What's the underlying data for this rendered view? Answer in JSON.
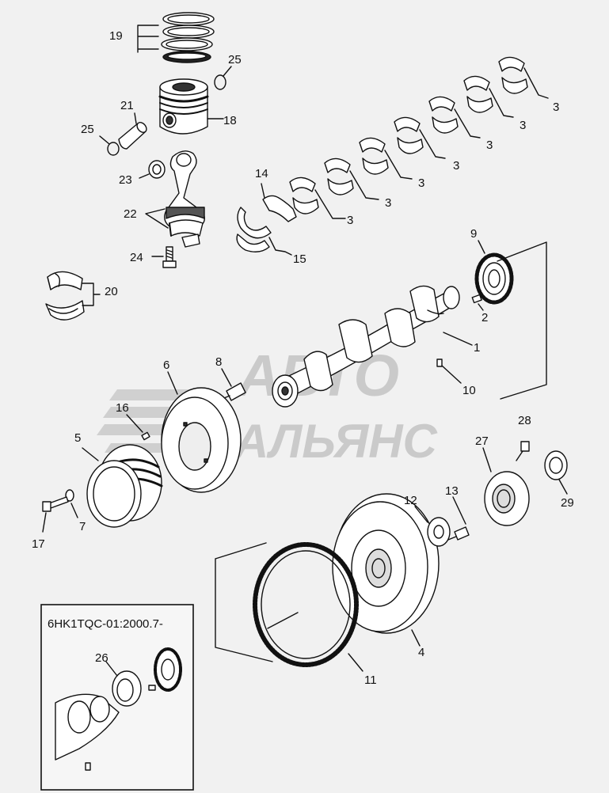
{
  "watermark": {
    "line1": "АВТО",
    "line2": "АЛЬЯНС"
  },
  "inset": {
    "title": "6HK1TQC-01:2000.7-"
  },
  "callouts": {
    "c1": "1",
    "c2": "2",
    "c3": "3",
    "c4": "4",
    "c5": "5",
    "c6": "6",
    "c7": "7",
    "c8": "8",
    "c9": "9",
    "c10": "10",
    "c11": "11",
    "c12": "12",
    "c13": "13",
    "c14": "14",
    "c15": "15",
    "c16": "16",
    "c17": "17",
    "c18": "18",
    "c19": "19",
    "c20": "20",
    "c21": "21",
    "c22": "22",
    "c23": "23",
    "c24": "24",
    "c25": "25",
    "c26": "26",
    "c27": "27",
    "c28": "28",
    "c29": "29"
  },
  "colors": {
    "background": "#f1f1f1",
    "ink": "#111111",
    "watermark": "#b9b9b9"
  }
}
